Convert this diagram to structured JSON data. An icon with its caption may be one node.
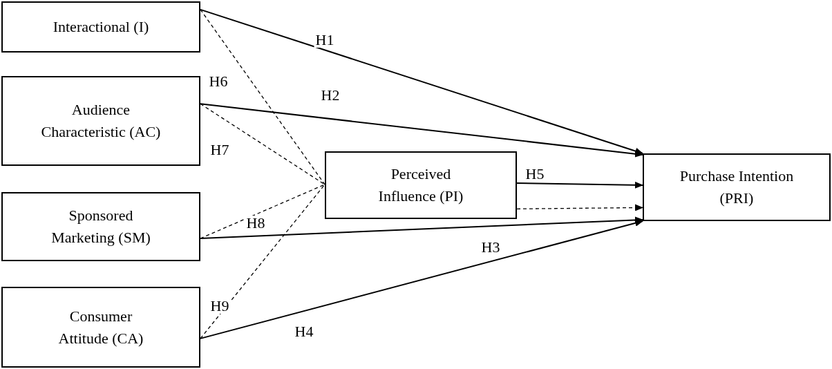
{
  "diagram": {
    "nodes": [
      {
        "text": [
          "Interactional (I)"
        ]
      },
      {
        "text": [
          "Audience Characteristic (AC)"
        ]
      },
      {
        "text": [
          "Sponsored Marketing (SM)"
        ]
      },
      {
        "text": [
          "Consumer Attitude (CA)"
        ]
      },
      {
        "text": [
          "Perceived Influence (PI)"
        ]
      },
      {
        "text": [
          "Purchase Intention (PRI)"
        ]
      }
    ],
    "edges": [
      {
        "from": 0,
        "to": 5,
        "arrow": "to",
        "label": "H1"
      },
      {
        "from": 1,
        "to": 5,
        "arrow": "to",
        "label": "H2"
      },
      {
        "from": 2,
        "to": 5,
        "arrow": "to",
        "label": "H3"
      },
      {
        "from": 3,
        "to": 5,
        "arrow": "to",
        "label": "H4"
      },
      {
        "from": 4,
        "to": 5,
        "arrow": "to",
        "label": "H5"
      },
      {
        "from": 4,
        "to": 5,
        "arrow": "to",
        "style": "dashed"
      },
      {
        "from": 0,
        "to": 4,
        "arrow": "none",
        "style": "dashed",
        "label": "H6"
      },
      {
        "from": 1,
        "to": 4,
        "arrow": "none",
        "style": "dashed",
        "label": "H7"
      },
      {
        "from": 2,
        "to": 4,
        "arrow": "none",
        "style": "dashed",
        "label": "H8"
      },
      {
        "from": 3,
        "to": 4,
        "arrow": "none",
        "style": "dashed",
        "label": "H9"
      }
    ]
  }
}
